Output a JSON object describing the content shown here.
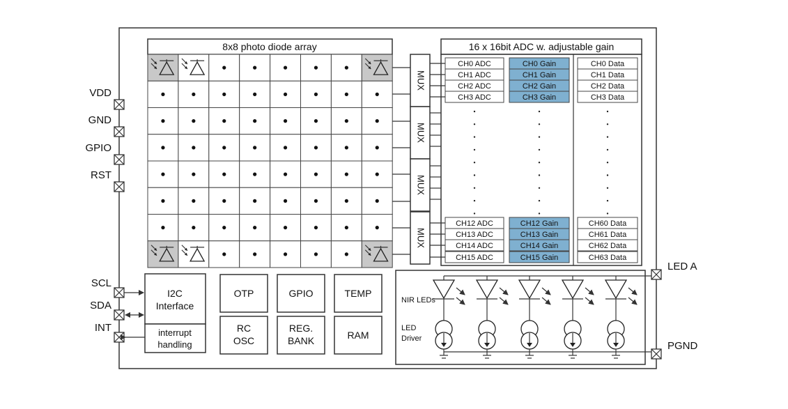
{
  "pins_left": [
    "VDD",
    "GND",
    "GPIO",
    "RST"
  ],
  "pins_bus": [
    "SCL",
    "SDA",
    "INT"
  ],
  "pins_right": [
    "LED A",
    "PGND"
  ],
  "array": {
    "title": "8x8 photo diode array",
    "rows": 8,
    "cols": 8
  },
  "adc": {
    "title": "16 x 16bit ADC w. adjustable gain",
    "top_adc": [
      "CH0 ADC",
      "CH1 ADC",
      "CH2 ADC",
      "CH3 ADC"
    ],
    "top_gain": [
      "CH0 Gain",
      "CH1 Gain",
      "CH2 Gain",
      "CH3 Gain"
    ],
    "top_data": [
      "CH0 Data",
      "CH1 Data",
      "CH2 Data",
      "CH3 Data"
    ],
    "bottom_adc": [
      "CH12 ADC",
      "CH13 ADC",
      "CH14 ADC",
      "CH15 ADC"
    ],
    "bottom_gain": [
      "CH12 Gain",
      "CH13 Gain",
      "CH14 Gain",
      "CH15 Gain"
    ],
    "bottom_data": [
      "CH60 Data",
      "CH61 Data",
      "CH62 Data",
      "CH63 Data"
    ],
    "gain_color": "#7fb0d0"
  },
  "mux": {
    "label": "MUX",
    "count": 4
  },
  "i2c": {
    "line1": "I2C",
    "line2": "Interface"
  },
  "interrupt": {
    "line1": "interrupt",
    "line2": "handling"
  },
  "blocks": {
    "otp": "OTP",
    "gpio": "GPIO",
    "temp": "TEMP",
    "rc_line1": "RC",
    "rc_line2": "OSC",
    "reg_line1": "REG.",
    "reg_line2": "BANK",
    "ram": "RAM"
  },
  "led": {
    "nir_label": "NIR LEDs",
    "driver_line1": "LED",
    "driver_line2": "Driver",
    "count": 5
  }
}
